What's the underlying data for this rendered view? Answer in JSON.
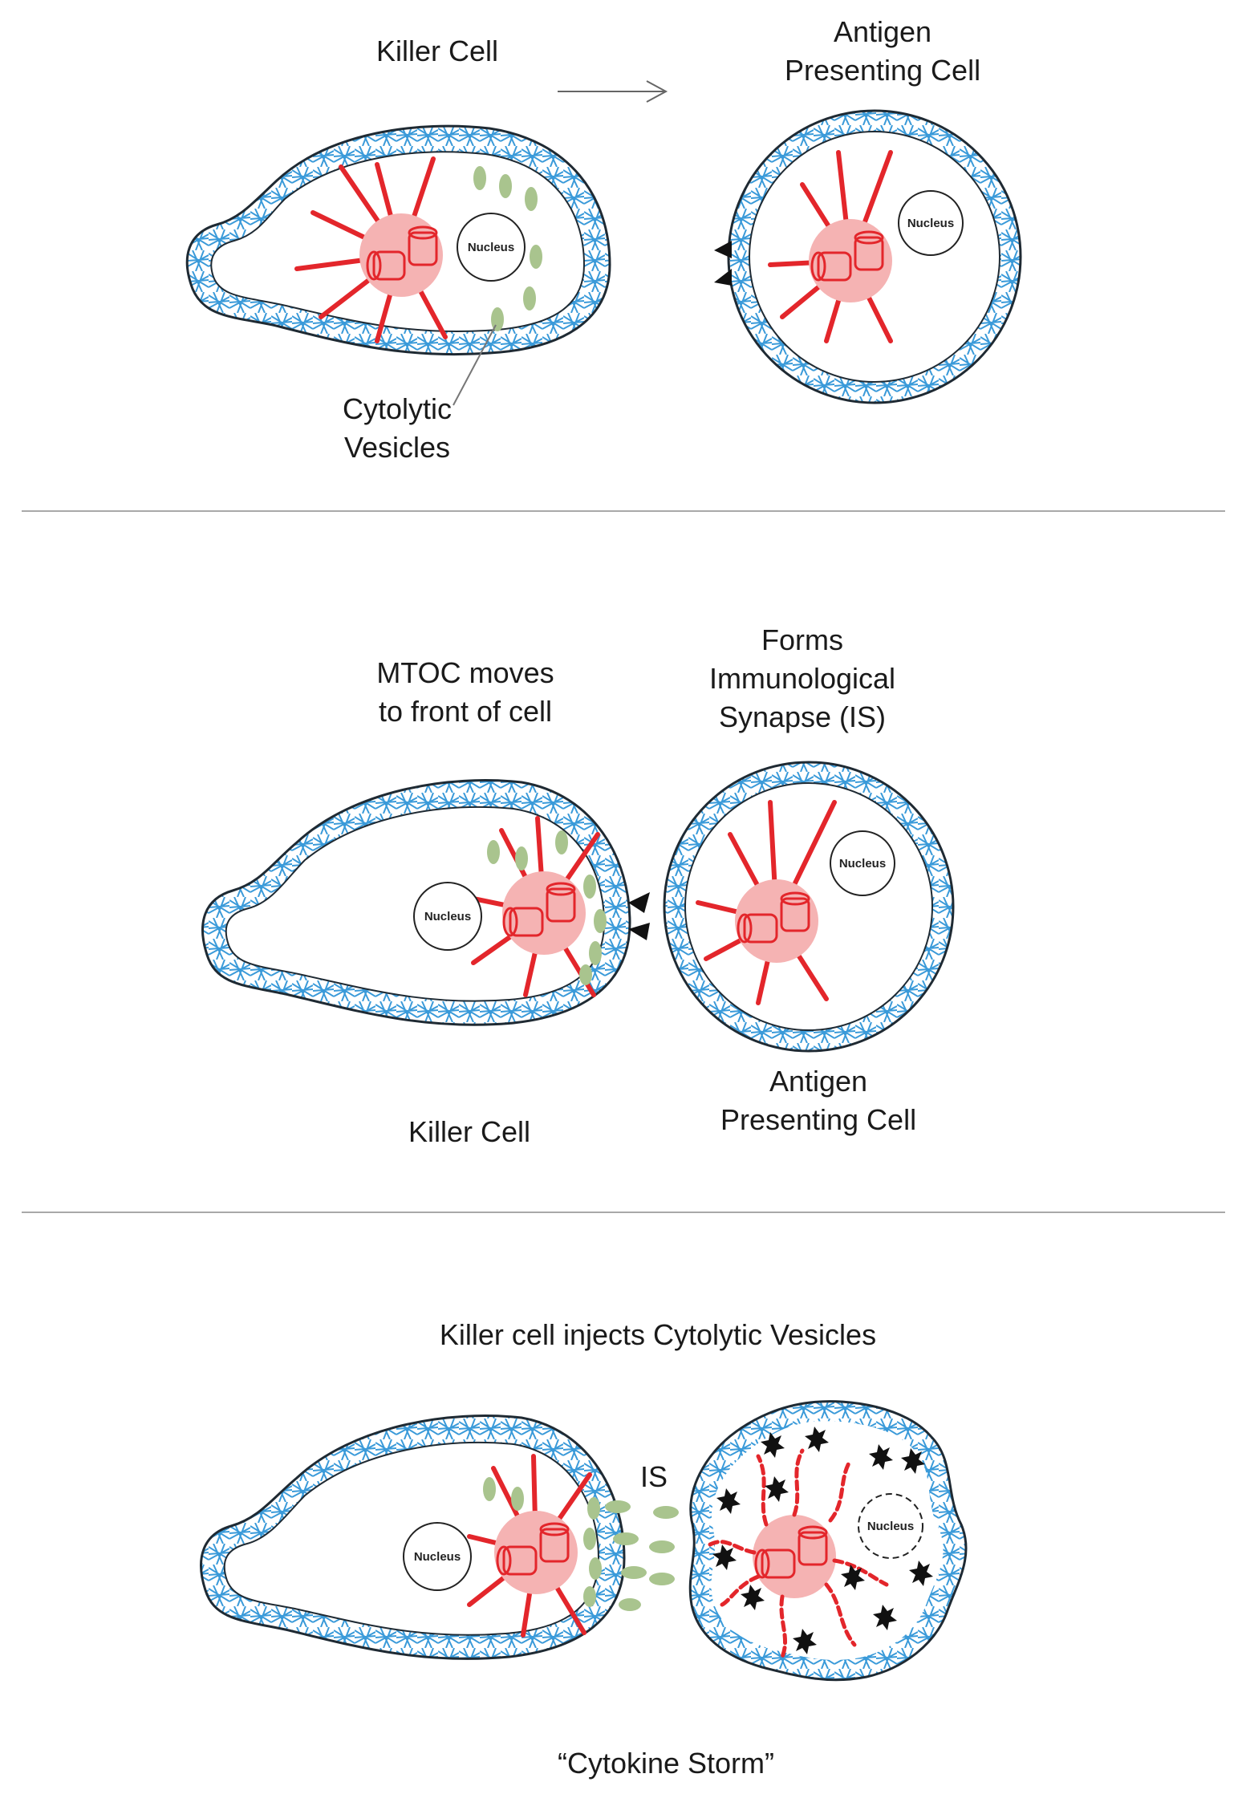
{
  "panel1": {
    "killer_label": "Killer Cell",
    "apc_label_line1": "Antigen",
    "apc_label_line2": "Presenting Cell",
    "vesicles_label_line1": "Cytolytic",
    "vesicles_label_line2": "Vesicles",
    "nucleus_label": "Nucleus"
  },
  "panel2": {
    "mtoc_label_line1": "MTOC moves",
    "mtoc_label_line2": "to front of cell",
    "synapse_label_line1": "Forms",
    "synapse_label_line2": "Immunological",
    "synapse_label_line3": "Synapse (IS)",
    "apc_label_line1": "Antigen",
    "apc_label_line2": "Presenting Cell",
    "killer_label": "Killer Cell",
    "nucleus_label": "Nucleus"
  },
  "panel3": {
    "title": "Killer cell injects Cytolytic Vesicles",
    "is_label": "IS",
    "footer": "“Cytokine Storm”",
    "nucleus_label": "Nucleus"
  },
  "colors": {
    "membrane": "#3a9ad9",
    "outline": "#1f2a33",
    "mtoc_fill": "#f5b3b3",
    "microtubule": "#e3262b",
    "vesicle": "#a9c48e",
    "antigen": "#111111",
    "divider": "#a9a9a9"
  }
}
